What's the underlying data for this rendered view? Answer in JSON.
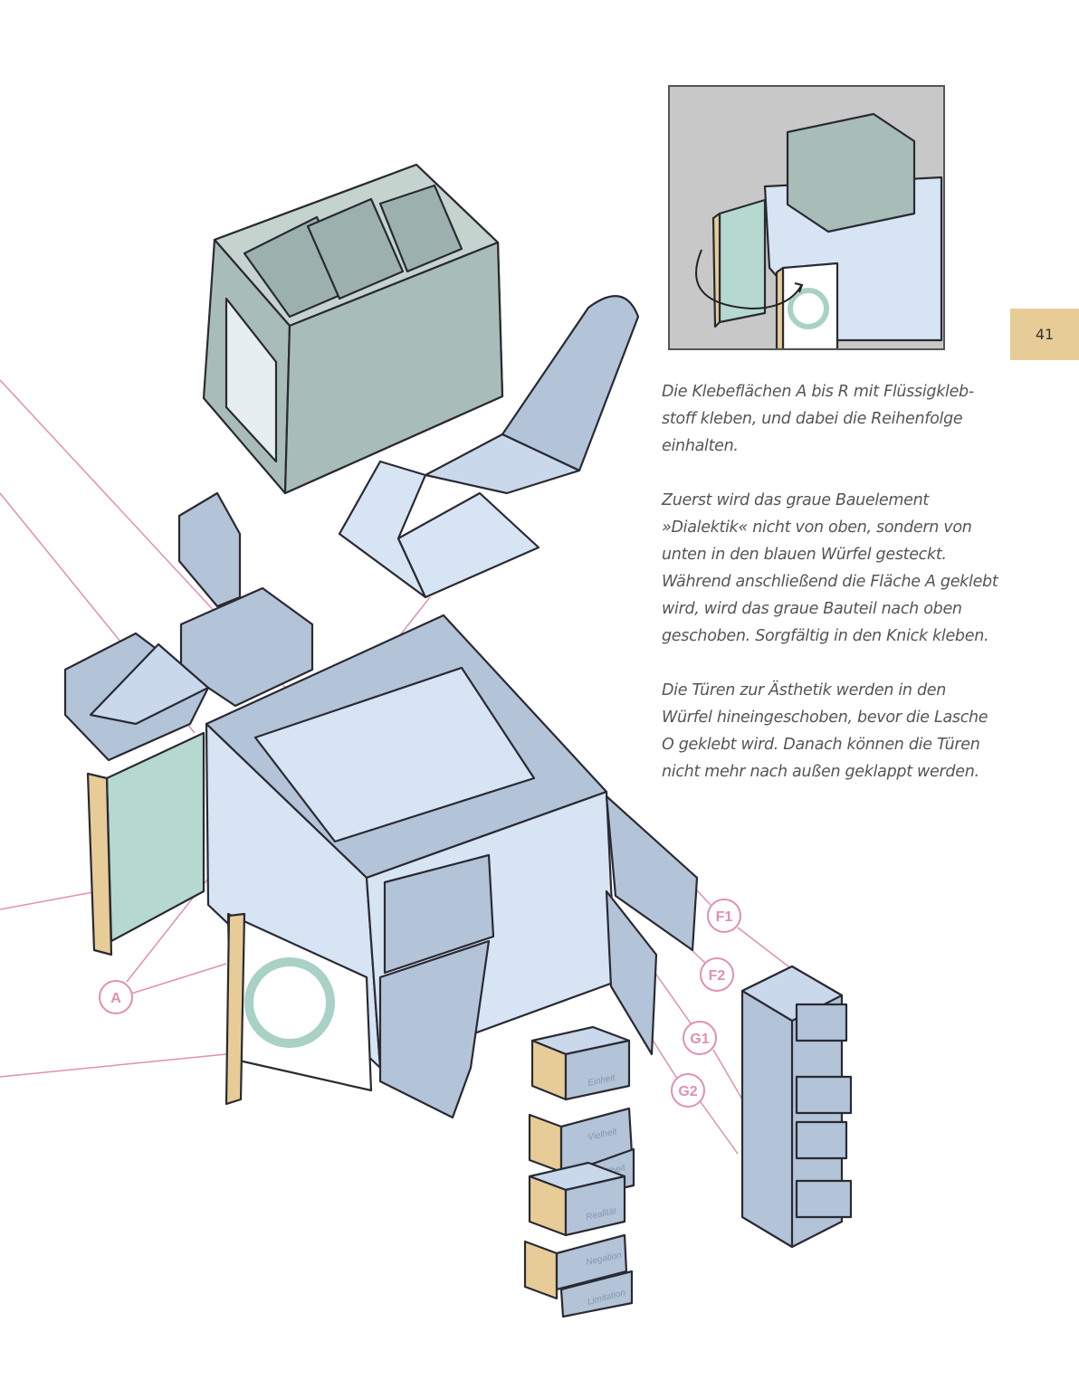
{
  "page": {
    "number": "41",
    "tab_color": "#e8cc97"
  },
  "text": {
    "paragraphs": [
      "Die  Klebeflächen A bis R mit Flüssigkleb-\nstoff kleben, und dabei die Reihenfolge\neinhalten.",
      "Zuerst wird das graue Bauelement\n»Dialektik« nicht von oben, sondern von\nunten in den blauen Würfel gesteckt.\nWährend anschließend die Fläche A geklebt\nwird, wird das graue Bauteil nach oben\ngeschoben. Sorgfältig in den Knick kleben.",
      "Die Türen zur Ästhetik werden in den\nWürfel hineingeschoben, bevor die Lasche\nO geklebt wird. Danach können die Türen\nnicht mehr nach außen geklappt werden."
    ]
  },
  "illustration": {
    "callouts": [
      "A",
      "F1",
      "F2",
      "G1",
      "G2"
    ],
    "drawer_labels": [
      "Einheit",
      "Vielheit",
      "Allheit",
      "Realität",
      "Negation",
      "Limitation"
    ],
    "colors": {
      "grey_green": "#a9bdb8",
      "blue": "#b3c3d8",
      "light_blue": "#d6e4f3",
      "mint": "#b5d8cf",
      "tan": "#e8cc97",
      "callout_pink": "#e090b0"
    }
  }
}
